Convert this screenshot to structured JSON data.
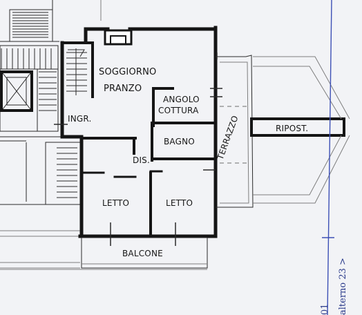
{
  "plan": {
    "rooms": {
      "soggiorno": "SOGGIORNO",
      "pranzo": "PRANZO",
      "angolo": "ANGOLO",
      "cottura": "COTTURA",
      "ingresso": "INGR.",
      "bagno": "BAGNO",
      "disimpegno": "DIS.",
      "letto_1": "LETTO",
      "letto_2": "LETTO",
      "balcone": "BALCONE",
      "terrazzo": "TERRAZZO",
      "ripostiglio": "RIPOST."
    }
  },
  "margin_note": {
    "line_1": "01",
    "line_2": "alterno 23 >"
  },
  "colors": {
    "background": "#f2f3f6",
    "ink": "#151515",
    "margin_line": "#3c4fb5"
  }
}
